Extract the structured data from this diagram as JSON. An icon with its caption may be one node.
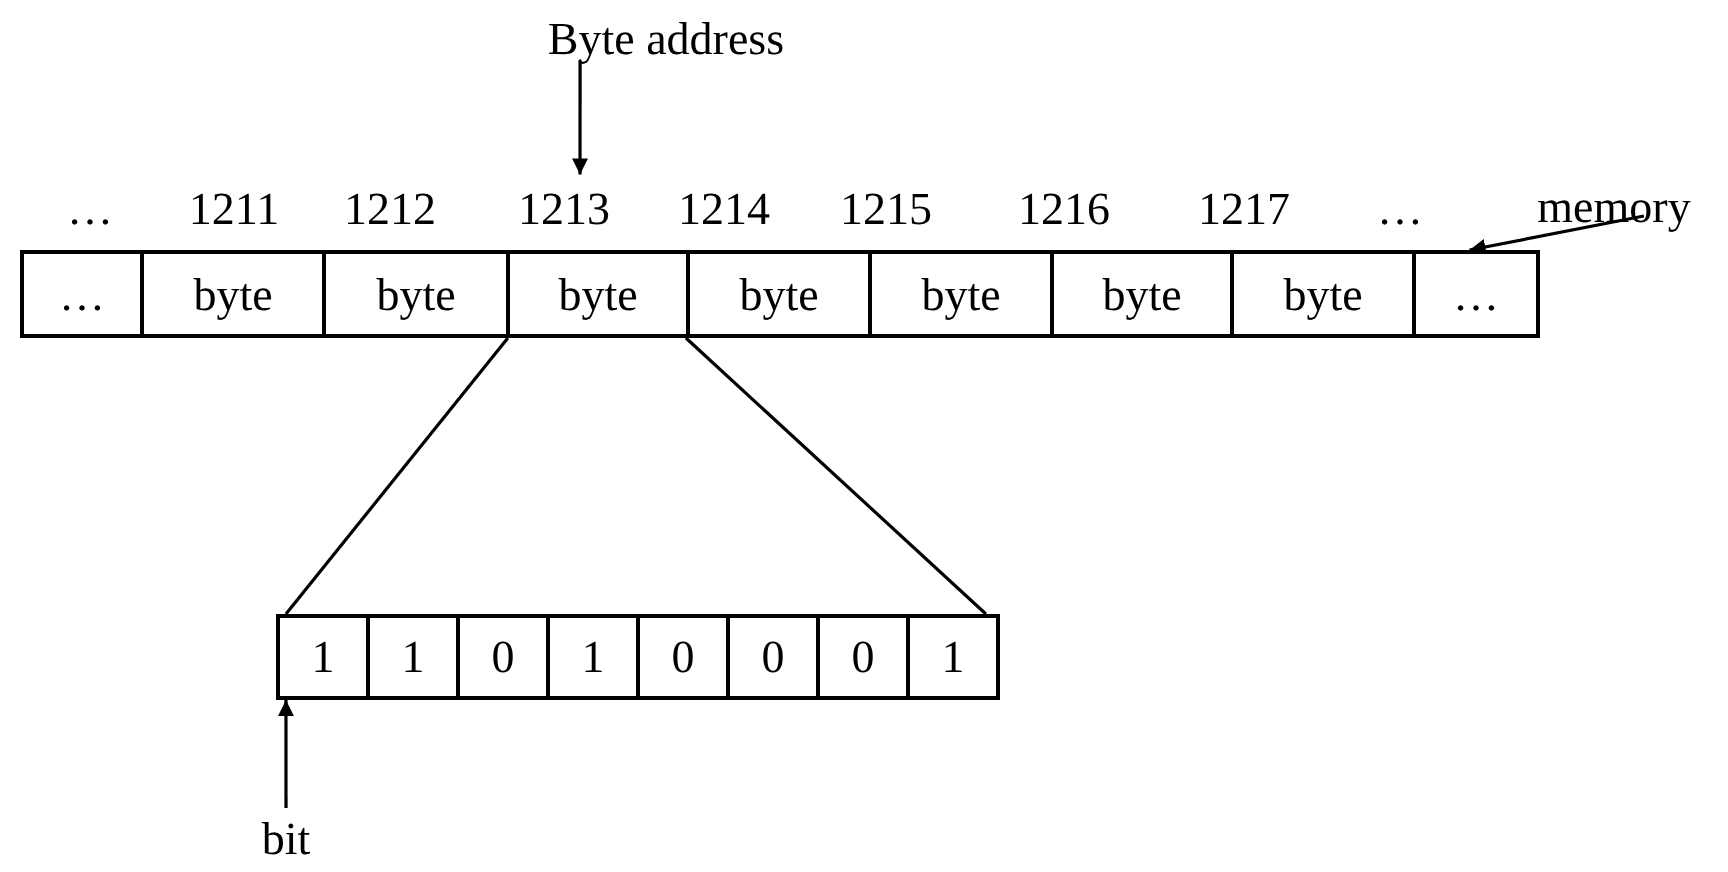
{
  "diagram": {
    "nodes": [
      {
        "text": [
          "Byte address"
        ]
      },
      {
        "text": [
          "…"
        ]
      },
      {
        "text": [
          "1211"
        ]
      },
      {
        "text": [
          "1212"
        ]
      },
      {
        "text": [
          "1213"
        ]
      },
      {
        "text": [
          "1214"
        ]
      },
      {
        "text": [
          "1215"
        ]
      },
      {
        "text": [
          "1216"
        ]
      },
      {
        "text": [
          "1217"
        ]
      },
      {
        "text": [
          "…"
        ]
      },
      {
        "text": [
          "memory"
        ]
      },
      {
        "text": [
          "…"
        ]
      },
      {
        "text": [
          "byte"
        ]
      },
      {
        "text": [
          "byte"
        ]
      },
      {
        "text": [
          "byte"
        ]
      },
      {
        "text": [
          "byte"
        ]
      },
      {
        "text": [
          "byte"
        ]
      },
      {
        "text": [
          "byte"
        ]
      },
      {
        "text": [
          "byte"
        ]
      },
      {
        "text": [
          "…"
        ]
      },
      {
        "text": [
          "1"
        ]
      },
      {
        "text": [
          "1"
        ]
      },
      {
        "text": [
          "0"
        ]
      },
      {
        "text": [
          "1"
        ]
      },
      {
        "text": [
          "0"
        ]
      },
      {
        "text": [
          "0"
        ]
      },
      {
        "text": [
          "0"
        ]
      },
      {
        "text": [
          "1"
        ]
      },
      {
        "text": [
          "bit"
        ]
      }
    ],
    "edges": [
      {
        "from": 0,
        "to": 4,
        "arrow": "to"
      },
      {
        "from": 10,
        "to": 19,
        "arrow": "to"
      },
      {
        "from": 14,
        "to": 20,
        "arrow": "none"
      },
      {
        "from": 14,
        "to": 27,
        "arrow": "none"
      },
      {
        "from": 28,
        "to": 20,
        "arrow": "to"
      }
    ]
  }
}
